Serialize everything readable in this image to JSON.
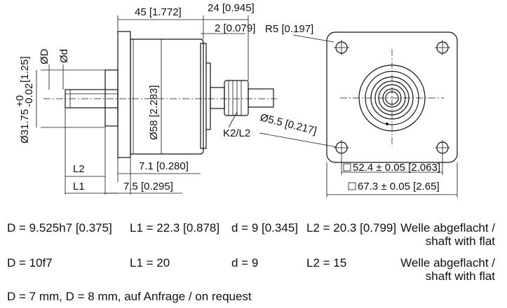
{
  "drawing": {
    "dims": {
      "len_45": "45 [1.772]",
      "len_24": "24 [0.945]",
      "len_2": "2 [0.079]",
      "radius": "R5 [0.197]",
      "dia_D": "ØD",
      "dia_d": "Ød",
      "dia_31": "Ø31.75",
      "tol_upper": "+0",
      "tol_lower": "-0.02",
      "dia_31_in": "[1.25]",
      "dia_58": "Ø58 [2.283]",
      "hole": "Ø5.5 [0.217]",
      "connector": "K2/L2",
      "L2": "L2",
      "L1": "L1",
      "len_7_1": "7.1 [0.280]",
      "len_7_5": "7.5 [0.295]",
      "sq_52": "52.4 ± 0.05 [2.063]",
      "sq_67": "67.3 ± 0.05 [2.65]"
    }
  },
  "specs": [
    {
      "D": "D = 9.525h7 [0.375]",
      "L1": "L1 = 22.3 [0.878]",
      "d": "d = 9 [0.345]",
      "L2": "L2 = 20.3 [0.799]",
      "note_line1": "Welle abgeflacht /",
      "note_line2": "shaft with flat"
    },
    {
      "D": "D = 10f7",
      "L1": "L1 = 20",
      "d": "d = 9",
      "L2": "L2 = 15",
      "note_line1": "Welle abgeflacht /",
      "note_line2": "shaft with flat"
    }
  ],
  "footer": "D = 7 mm, D = 8 mm, auf Anfrage / on request"
}
